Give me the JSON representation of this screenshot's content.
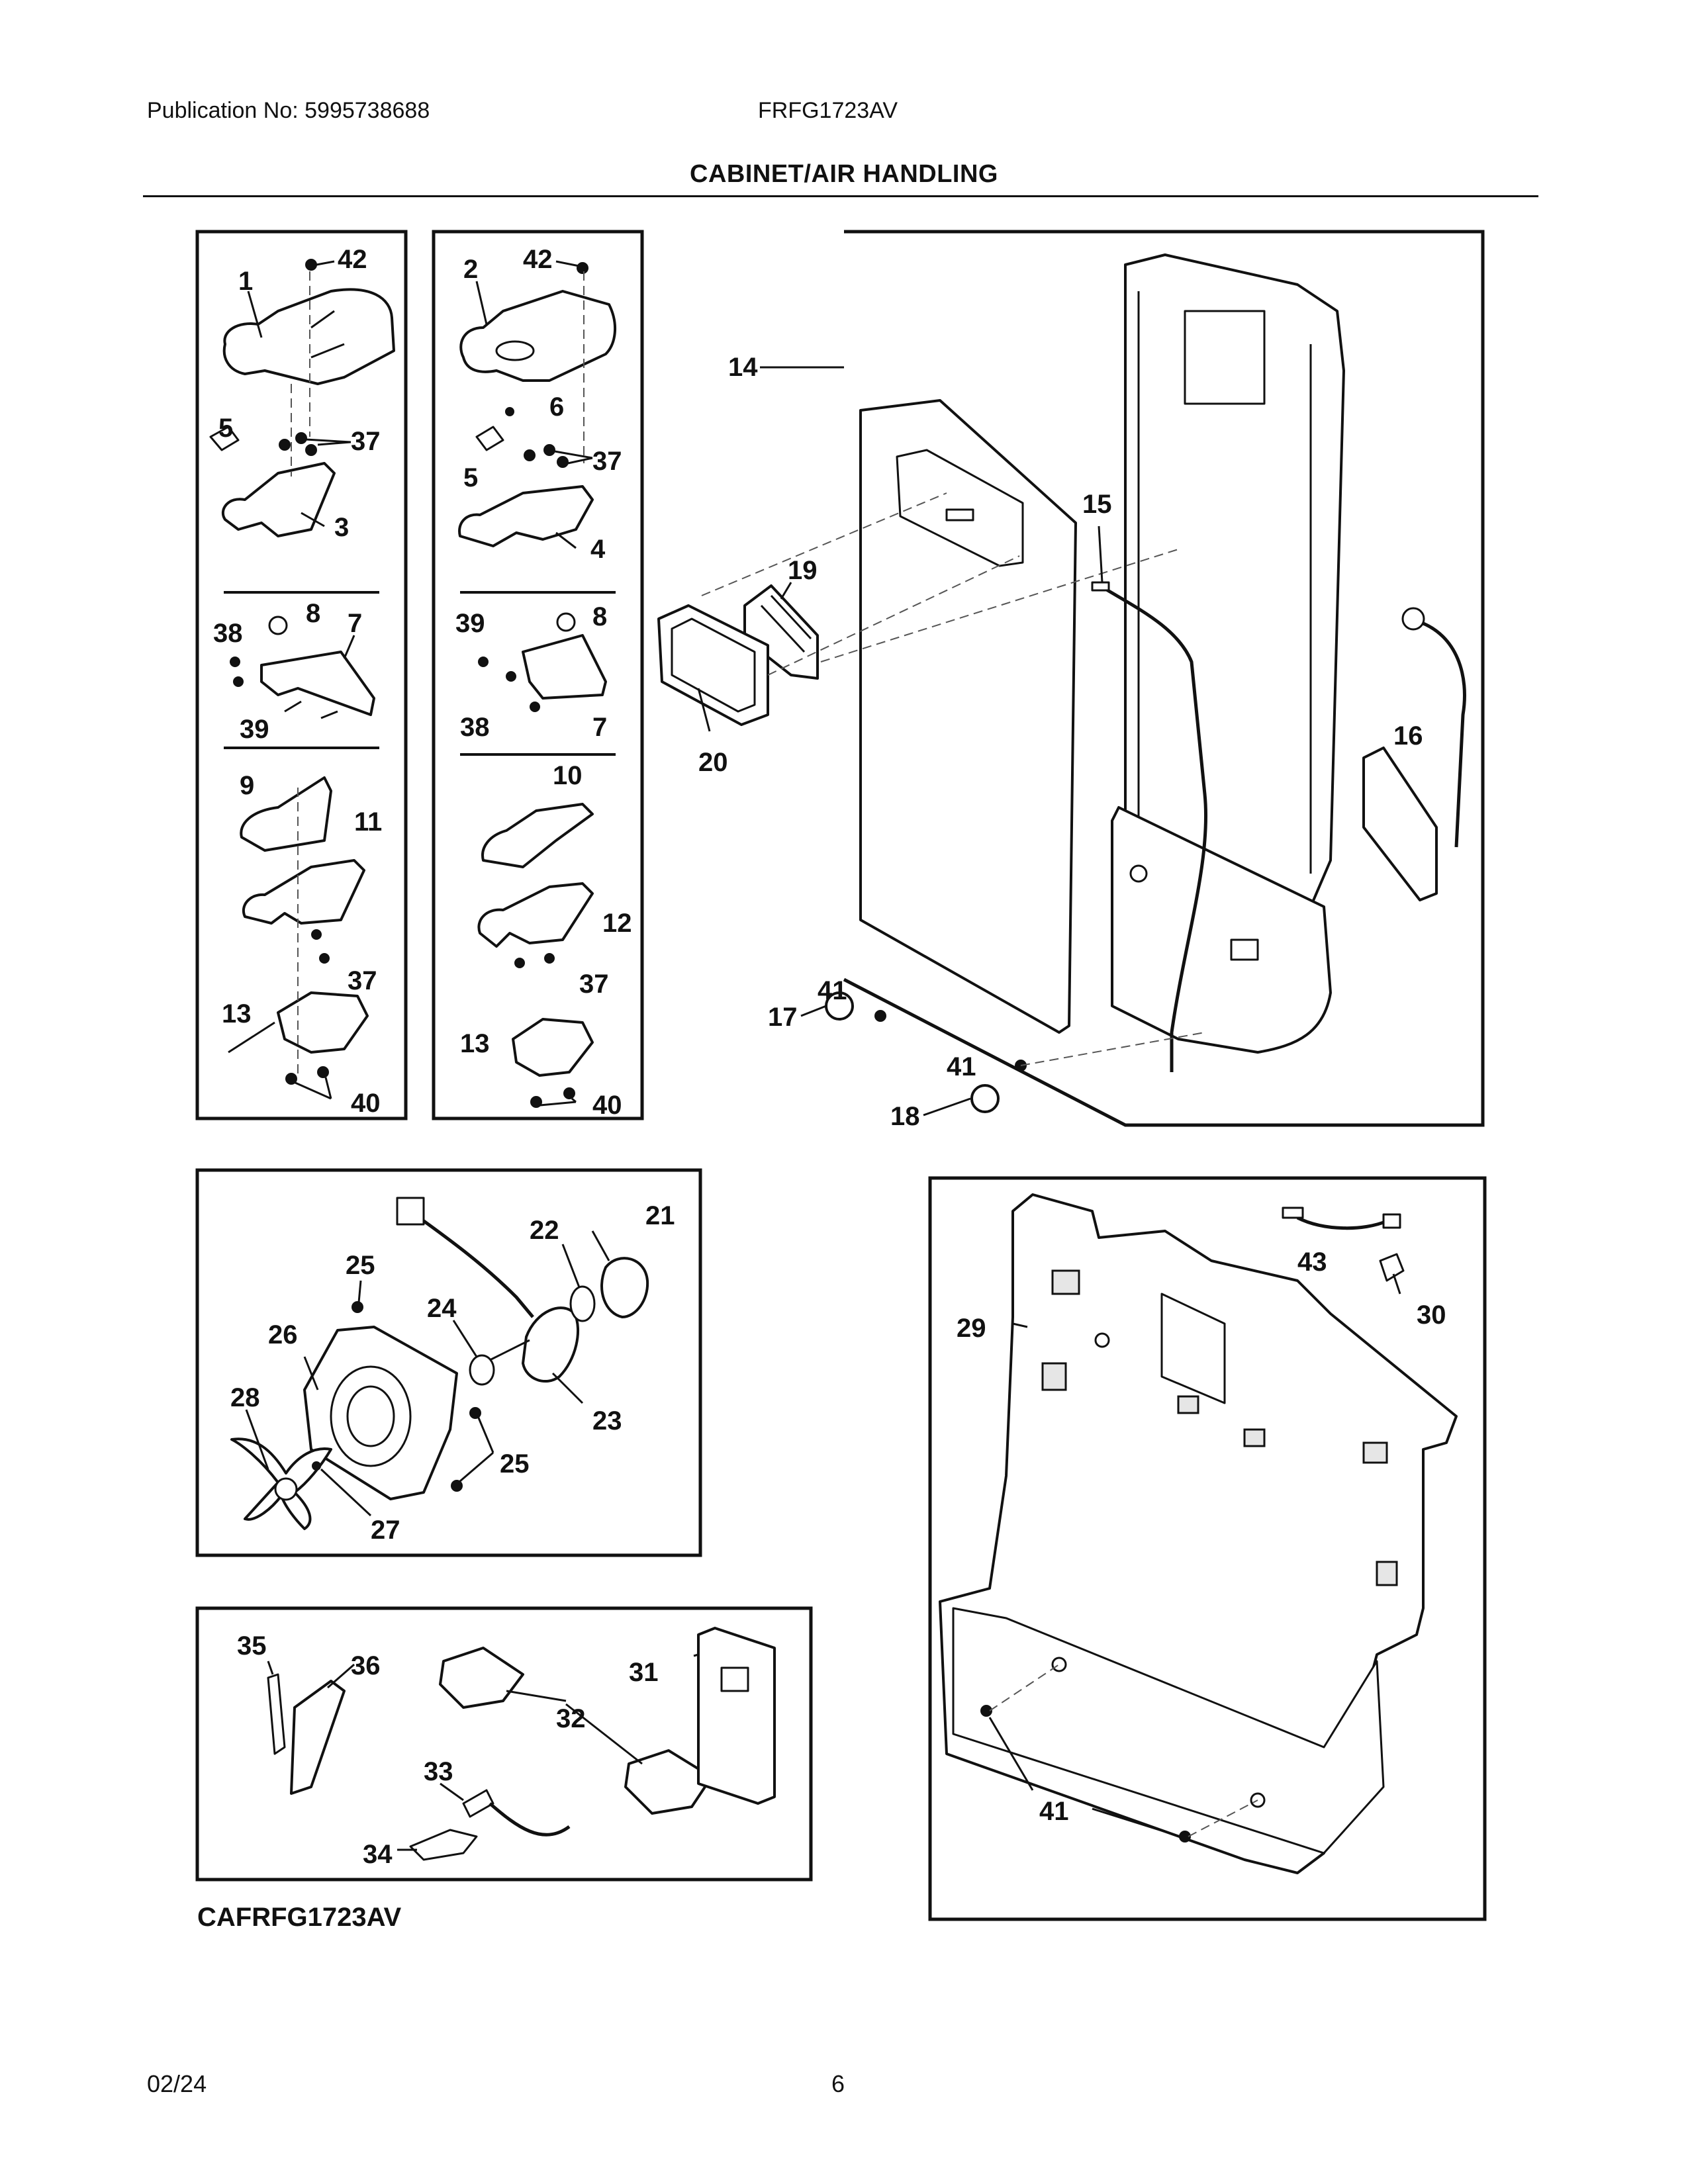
{
  "header": {
    "publication": "Publication No: 5995738688",
    "model": "FRFG1723AV",
    "title": "CABINET/AIR HANDLING"
  },
  "callouts": {
    "c1": "1",
    "c2": "2",
    "c3": "3",
    "c4": "4",
    "c5": "5",
    "c5b": "5",
    "c6": "6",
    "c7": "7",
    "c7b": "7",
    "c8": "8",
    "c8b": "8",
    "c9": "9",
    "c10": "10",
    "c11": "11",
    "c12": "12",
    "c13": "13",
    "c13b": "13",
    "c14": "14",
    "c15": "15",
    "c16": "16",
    "c17": "17",
    "c18": "18",
    "c19": "19",
    "c20": "20",
    "c21": "21",
    "c22": "22",
    "c23": "23",
    "c24": "24",
    "c25": "25",
    "c25b": "25",
    "c26": "26",
    "c27": "27",
    "c28": "28",
    "c29": "29",
    "c30": "30",
    "c31": "31",
    "c32": "32",
    "c33": "33",
    "c34": "34",
    "c35": "35",
    "c36": "36",
    "c37": "37",
    "c37b": "37",
    "c37c": "37",
    "c37d": "37",
    "c38": "38",
    "c38b": "38",
    "c39": "39",
    "c39b": "39",
    "c40": "40",
    "c40b": "40",
    "c41": "41",
    "c41b": "41",
    "c41c": "41",
    "c42": "42",
    "c42b": "42",
    "c43": "43"
  },
  "caption": "CAFRFG1723AV",
  "footer": {
    "date": "02/24",
    "page": "6"
  }
}
